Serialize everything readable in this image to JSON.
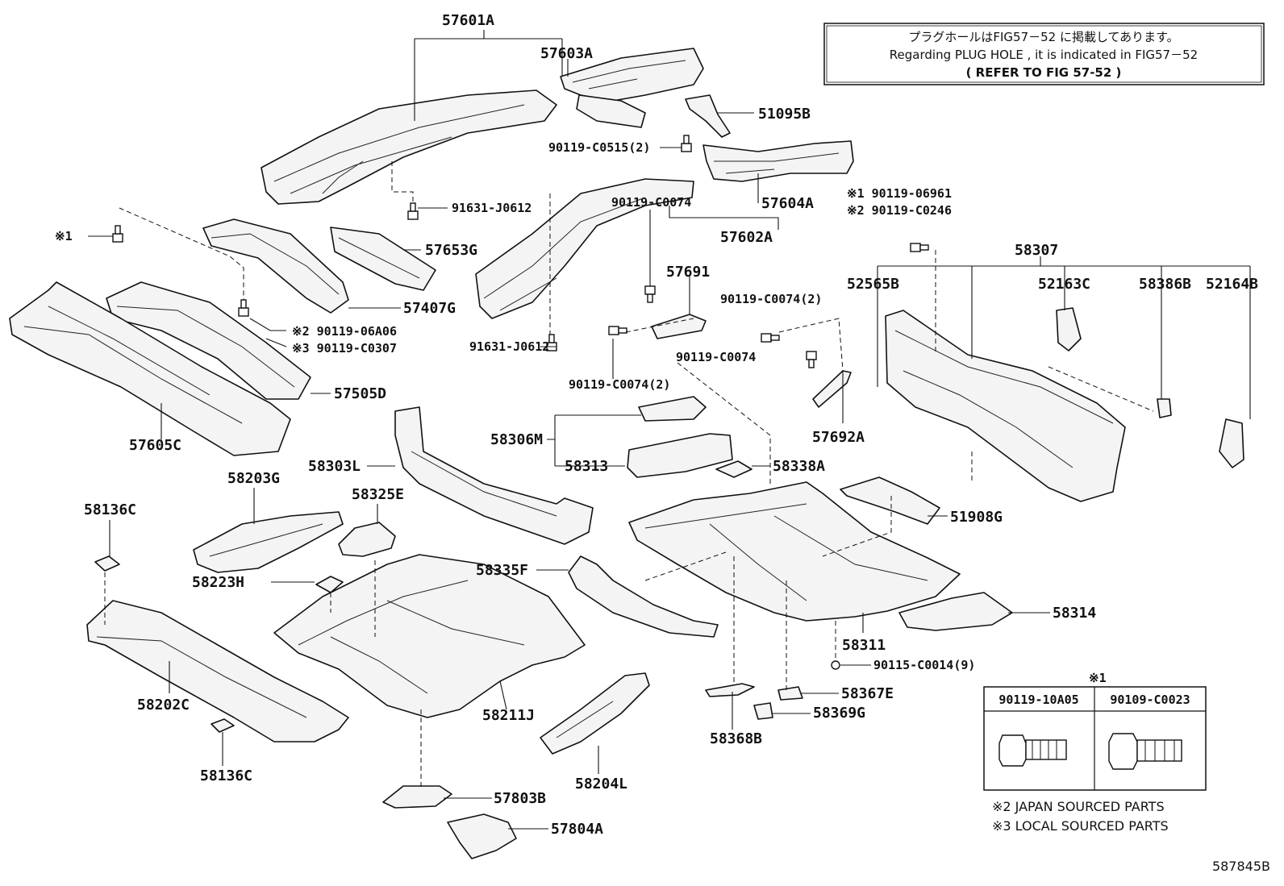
{
  "note": {
    "line1": "プラグホールはFIG57－52 に掲載してあります。",
    "line2": "Regarding PLUG HOLE , it is indicated in FIG57－52",
    "line3": "(  REFER TO FIG 57-52  )"
  },
  "labels": {
    "p57601A": "57601A",
    "p57603A": "57603A",
    "p51095B": "51095B",
    "p90119C0515": "90119-C0515(2)",
    "p57604A": "57604A",
    "p57602A": "57602A",
    "p91631J0612a": "91631-J0612",
    "p91631J0612b": "91631-J0612",
    "p57653G": "57653G",
    "p57407G": "57407G",
    "p90119_06A06": "※2 90119-06A06",
    "p90119C0307": "※3 90119-C0307",
    "p57505D": "57505D",
    "p57605C": "57605C",
    "mark1": "※1",
    "p90119_06961": "※1 90119-06961",
    "p90119C0246": "※2 90119-C0246",
    "p58307": "58307",
    "p52565B": "52565B",
    "p52163C": "52163C",
    "p58386B": "58386B",
    "p52164B": "52164B",
    "p90119C0074a": "90119-C0074",
    "p57691": "57691",
    "p90119C0074_2a": "90119-C0074(2)",
    "p90119C0074b": "90119-C0074",
    "p90119C0074_2b": "90119-C0074(2)",
    "p57692A": "57692A",
    "p58306M": "58306M",
    "p58313": "58313",
    "p58338A": "58338A",
    "p58303L": "58303L",
    "p58203G": "58203G",
    "p58325E": "58325E",
    "p51908G": "51908G",
    "p58136Ca": "58136C",
    "p58223H": "58223H",
    "p58335F": "58335F",
    "p58314": "58314",
    "p58311": "58311",
    "p90115C0014": "90115-C0014(9)",
    "p58202C": "58202C",
    "p58211J": "58211J",
    "p58367E": "58367E",
    "p58369G": "58369G",
    "p58368B": "58368B",
    "p58136Cb": "58136C",
    "p58204L": "58204L",
    "p57803B": "57803B",
    "p57804A": "57804A"
  },
  "fastener_table": {
    "mark": "※1",
    "col1": "90119-10A05",
    "col2": "90109-C0023"
  },
  "footnotes": {
    "note2": "※2 JAPAN SOURCED PARTS",
    "note3": "※3 LOCAL SOURCED PARTS"
  },
  "figure_id": "587845B"
}
